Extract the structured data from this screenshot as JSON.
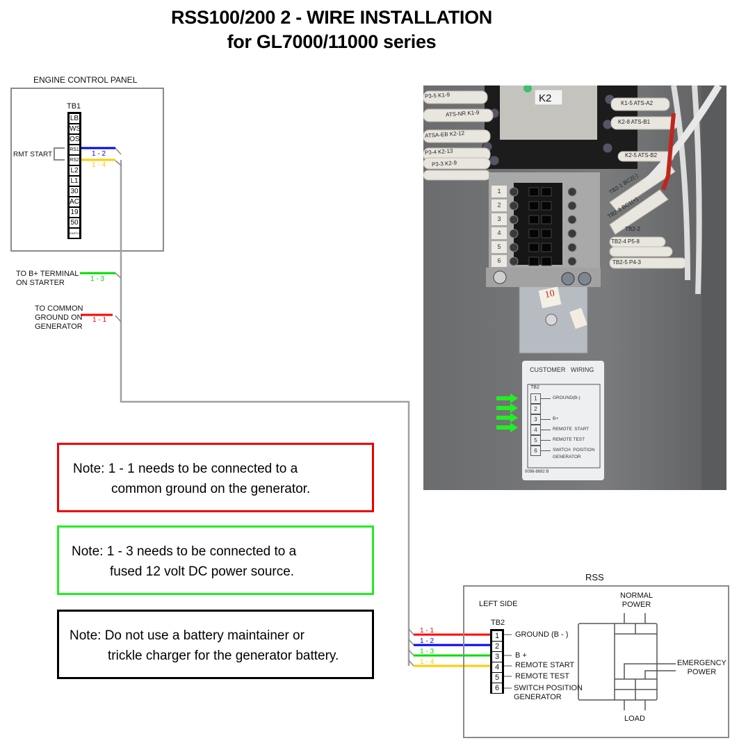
{
  "title": {
    "line1": "RSS100/200 2 - WIRE INSTALLATION",
    "line2": "for GL7000/11000 series"
  },
  "engine_control_panel": {
    "label": "ENGINE CONTROL PANEL",
    "terminal_block": "TB1",
    "terminals": [
      "LB",
      "WS",
      "OS",
      "RS1",
      "RS2",
      "L2",
      "L1",
      "30",
      "AC",
      "19",
      "50",
      "EARTH"
    ],
    "rmt_start_label": "RMT START"
  },
  "external_connections": {
    "b_plus": {
      "line1": "TO B+ TERMINAL",
      "line2": "ON STARTER"
    },
    "ground": {
      "line1": "TO COMMON",
      "line2": "GROUND ON",
      "line3": "GENERATOR"
    }
  },
  "wires": [
    {
      "id": "1 - 1",
      "color": "#ff0000",
      "from": "Common ground on generator",
      "to": "TB2-1"
    },
    {
      "id": "1 - 2",
      "color": "#0000ff",
      "from": "TB1 RS1",
      "to": "TB2-2"
    },
    {
      "id": "1 - 3",
      "color": "#00dd00",
      "from": "B+ terminal on starter",
      "to": "TB2-3"
    },
    {
      "id": "1 - 4",
      "color": "#ffcc00",
      "from": "TB1 RS2",
      "to": "TB2-4"
    }
  ],
  "notes": [
    {
      "line1": "Note: 1 - 1 needs to be connected to a",
      "line2": "common ground on the generator.",
      "border_color": "#ee0000"
    },
    {
      "line1": "Note: 1 - 3 needs to be connected to a",
      "line2": "fused 12 volt DC power source.",
      "border_color": "#22ee22"
    },
    {
      "line1": "Note: Do not use a battery maintainer or",
      "line2": "trickle charger for the generator battery.",
      "border_color": "#000000"
    }
  ],
  "rss": {
    "label": "RSS",
    "left_side_label": "LEFT SIDE",
    "terminal_block": "TB2",
    "terminals": [
      {
        "num": "1",
        "label": "GROUND (B - )"
      },
      {
        "num": "2",
        "label": ""
      },
      {
        "num": "3",
        "label": "B +"
      },
      {
        "num": "4",
        "label": "REMOTE START"
      },
      {
        "num": "5",
        "label": "REMOTE TEST"
      },
      {
        "num": "6",
        "label": "SWITCH POSITION",
        "label2": "GENERATOR"
      }
    ],
    "normal_power": {
      "line1": "NORMAL",
      "line2": "POWER"
    },
    "emergency_power": {
      "line1": "EMERGENCY",
      "line2": "POWER"
    },
    "load": "LOAD"
  },
  "photo": {
    "relay_label": "K2",
    "wire_tags_left": [
      "P3-5 K1-9",
      "ATS-NR K1-9",
      "ATSA-EB K2-12",
      "P3-4 K2-13",
      "P3-3 K2-9"
    ],
    "wire_tags_right": [
      "K1-5 ATS-A2",
      "K2-8 ATS-B1",
      "K2-5 ATS-B2",
      "TB2-1 BC2(-)",
      "TB2-3 BC1(+)",
      "TB2-2",
      "TB2-4 P5-8",
      "TB2-5 P4-3"
    ],
    "terminal_numbers": [
      "1",
      "2",
      "3",
      "4",
      "5",
      "6"
    ],
    "rail_tag": "10",
    "sticker": {
      "title": "CUSTOMER   WIRING",
      "block": "TB2",
      "rows": [
        {
          "num": "1",
          "label": "GROUND(B-)"
        },
        {
          "num": "2",
          "label": ""
        },
        {
          "num": "3",
          "label": "B+"
        },
        {
          "num": "4",
          "label": "REMOTE  START"
        },
        {
          "num": "5",
          "label": "REMOTE TEST"
        },
        {
          "num": "6",
          "label": "SWITCH  POSITION",
          "label2": "GENERATOR"
        }
      ],
      "part_number": "0098-8692 B"
    },
    "arrow_color": "#22ee22",
    "arrows_point_to": [
      "1",
      "2",
      "3",
      "4"
    ]
  }
}
